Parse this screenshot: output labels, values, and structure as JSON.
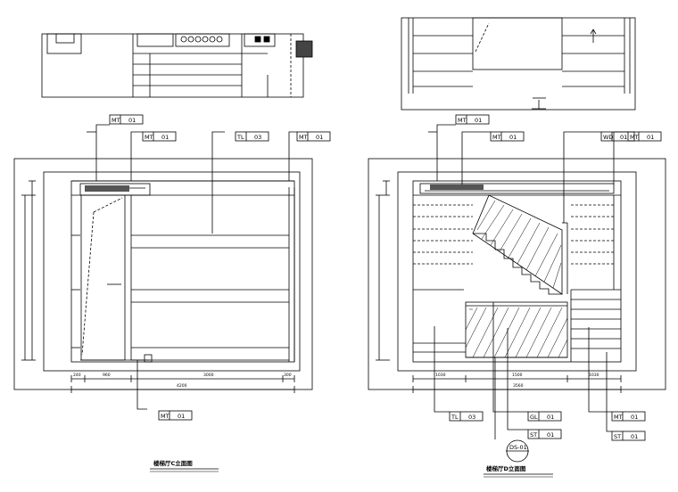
{
  "left_plan": {
    "tags": [
      {
        "code": "MT",
        "num": "01"
      },
      {
        "code": "MT",
        "num": "01"
      },
      {
        "code": "TL",
        "num": "03"
      },
      {
        "code": "MT",
        "num": "01"
      },
      {
        "code": "MT",
        "num": "01"
      }
    ],
    "dims_bottom": [
      "240",
      "960",
      "3000",
      "300"
    ],
    "dim_total": "4200",
    "title": "楼梯厅C立面图"
  },
  "right_plan": {
    "tags": [
      {
        "code": "MT",
        "num": "01"
      },
      {
        "code": "MT",
        "num": "01"
      },
      {
        "code": "WD",
        "num": "01"
      },
      {
        "code": "MT",
        "num": "01"
      },
      {
        "code": "TL",
        "num": "03"
      },
      {
        "code": "GL",
        "num": "01"
      },
      {
        "code": "ST",
        "num": "01"
      },
      {
        "code": "MT",
        "num": "01"
      },
      {
        "code": "ST",
        "num": "01"
      }
    ],
    "section_marker": "DS-01",
    "dims_bottom": [
      "1030",
      "1500",
      "1030"
    ],
    "dim_total": "3560",
    "title": "楼梯厅D立面图"
  }
}
